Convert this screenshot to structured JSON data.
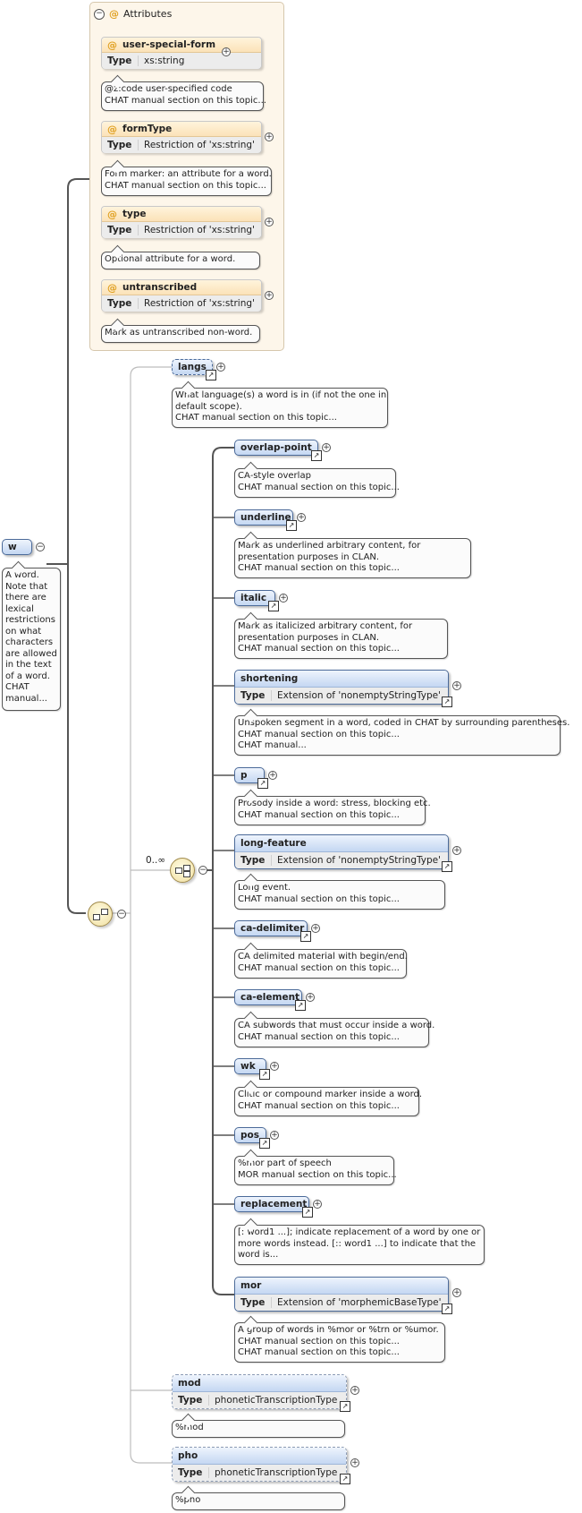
{
  "root": {
    "name": "w",
    "annotation": "A word.\nNote that\nthere are\nlexical\nrestrictions\non what\ncharacters\nare allowed\nin the text\nof a word.\nCHAT\nmanual..."
  },
  "attributes": {
    "header": "Attributes",
    "type_label": "Type",
    "items": [
      {
        "name": "user-special-form",
        "type": "xs:string",
        "annotation": "@z:code user-specified code\nCHAT manual section on this topic..."
      },
      {
        "name": "formType",
        "type": "Restriction of 'xs:string'",
        "annotation": "Form marker: an attribute for a word.\nCHAT manual section on this topic..."
      },
      {
        "name": "type",
        "type": "Restriction of 'xs:string'",
        "annotation": "Optional attribute for a word."
      },
      {
        "name": "untranscribed",
        "type": "Restriction of 'xs:string'",
        "annotation": "Mark as untranscribed non-word."
      }
    ]
  },
  "langs": {
    "name": "langs",
    "annotation": "What language(s) a word is in (if not the one in\ndefault scope).\nCHAT manual section on this topic..."
  },
  "choice": {
    "cardinality": "0..∞"
  },
  "elements": [
    {
      "name": "overlap-point",
      "annotation": "CA-style overlap\nCHAT manual section on this topic..."
    },
    {
      "name": "underline",
      "annotation": "Mark as underlined arbitrary content, for\npresentation purposes in CLAN.\nCHAT manual section on this topic..."
    },
    {
      "name": "italic",
      "annotation": "Mark as italicized arbitrary content, for\npresentation purposes in CLAN.\nCHAT manual section on this topic..."
    },
    {
      "name": "shortening",
      "type": "Extension of 'nonemptyStringType'",
      "annotation": "Unspoken segment in a word, coded in CHAT by surrounding parentheses.\nCHAT manual section on this topic...\nCHAT manual..."
    },
    {
      "name": "p",
      "annotation": "Prosody inside a word: stress, blocking etc.\nCHAT manual section on this topic..."
    },
    {
      "name": "long-feature",
      "type": "Extension of 'nonemptyStringType'",
      "annotation": "Long event.\nCHAT manual section on this topic..."
    },
    {
      "name": "ca-delimiter",
      "annotation": "CA delimited material with begin/end.\nCHAT manual section on this topic..."
    },
    {
      "name": "ca-element",
      "annotation": "CA subwords that must occur inside a word.\nCHAT manual section on this topic..."
    },
    {
      "name": "wk",
      "annotation": "Clitic or compound marker inside a word.\nCHAT manual section on this topic..."
    },
    {
      "name": "pos",
      "annotation": "%mor part of speech\nMOR manual section on this topic..."
    },
    {
      "name": "replacement",
      "annotation": "[: word1 ...]; indicate replacement of a word by one or\nmore words instead. [:: word1 ...] to indicate that the\nword is..."
    },
    {
      "name": "mor",
      "type": "Extension of 'morphemicBaseType'",
      "annotation": "A group of words in %mor or %trn or %umor.\nCHAT manual section on this topic...\nCHAT manual section on this topic..."
    }
  ],
  "tail": [
    {
      "name": "mod",
      "type": "phoneticTranscriptionType",
      "annotation": "%mod"
    },
    {
      "name": "pho",
      "type": "phoneticTranscriptionType",
      "annotation": "%pho"
    }
  ],
  "icons": {
    "collapse": "minus-circle-icon",
    "expand": "plus-circle-icon",
    "ref": "reference-arrow-icon",
    "attr": "at-sign-icon"
  },
  "colors": {
    "node": "#c4d7f2",
    "attribute": "#fbe2b8",
    "panel": "#fdf6ea",
    "compositor": "#f0dfa0"
  }
}
